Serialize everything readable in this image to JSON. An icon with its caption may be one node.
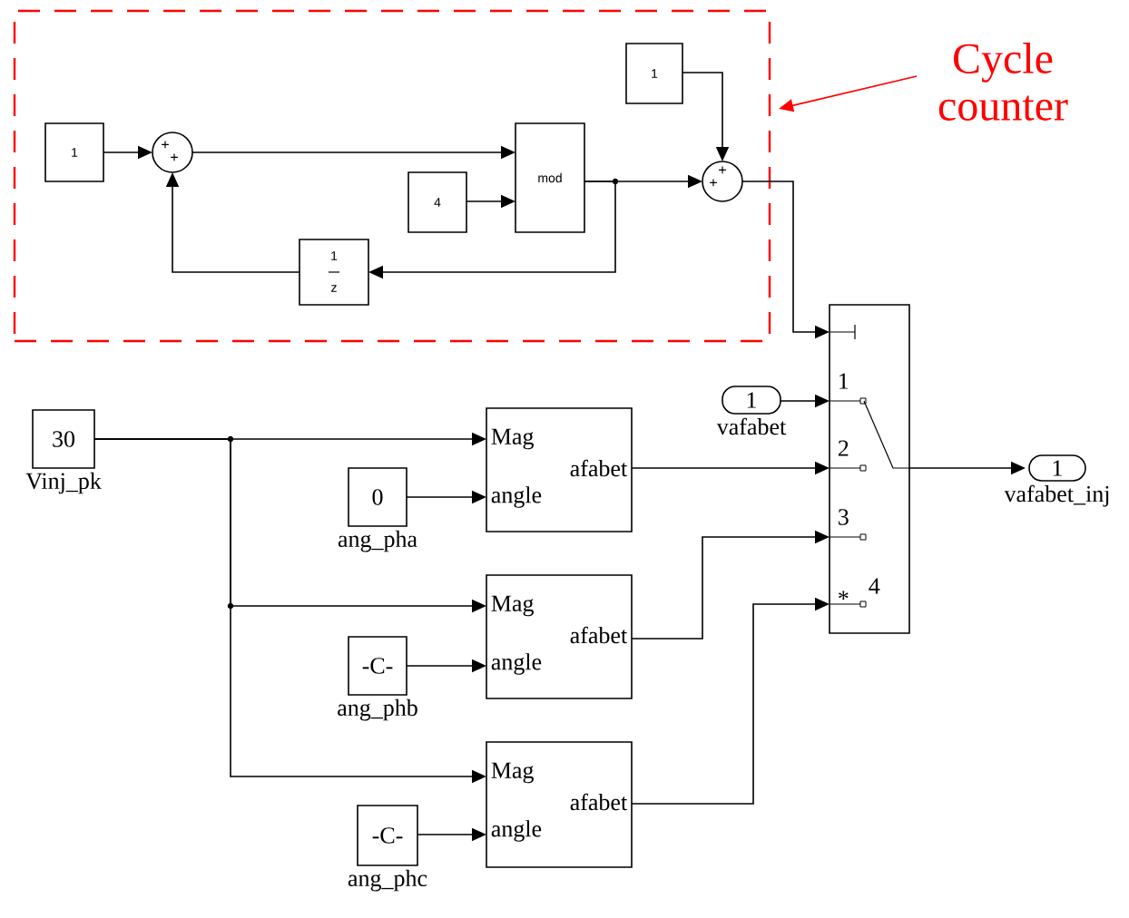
{
  "diagram": {
    "nodes": [
      {
        "text": [],
        "shape": "box"
      },
      {
        "text": [
          "Cycle counter"
        ]
      },
      {
        "text": [
          "1"
        ],
        "in": 0
      },
      {
        "text": [
          "+",
          "+"
        ],
        "in": 0
      },
      {
        "text": [
          "4"
        ],
        "in": 0
      },
      {
        "text": [
          "mod"
        ],
        "in": 0
      },
      {
        "text": [
          "1",
          "z"
        ],
        "in": 0
      },
      {
        "text": [
          "1"
        ],
        "in": 0
      },
      {
        "text": [
          "+",
          "+"
        ],
        "in": 0
      },
      {
        "text": [
          "1",
          "2",
          "3",
          "*",
          "4"
        ]
      },
      {
        "text": [
          "30"
        ],
        "beside": [
          "Vinj_pk"
        ]
      },
      {
        "text": [
          "1"
        ],
        "beside": [
          "vafabet"
        ]
      },
      {
        "text": [
          "Mag",
          "angle",
          "afabet"
        ]
      },
      {
        "text": [
          "0"
        ],
        "beside": [
          "ang_pha"
        ]
      },
      {
        "text": [
          "1"
        ],
        "beside": [
          "vafabet_inj"
        ]
      },
      {
        "text": [
          "Mag",
          "angle",
          "afabet"
        ]
      },
      {
        "text": [
          "-C-"
        ],
        "beside": [
          "ang_phb"
        ]
      },
      {
        "text": [
          "Mag",
          "angle",
          "afabet"
        ]
      },
      {
        "text": [
          "-C-"
        ],
        "beside": [
          "ang_phc"
        ]
      }
    ],
    "edges": [
      {
        "from": 2,
        "to": 3,
        "arrow": "to"
      },
      {
        "from": 3,
        "to": 5,
        "arrow": "to"
      },
      {
        "from": 4,
        "to": 5,
        "arrow": "to"
      },
      {
        "from": 5,
        "to": 8,
        "arrow": "to"
      },
      {
        "from": 5,
        "to": 6,
        "arrow": "to"
      },
      {
        "from": 6,
        "to": 3,
        "arrow": "to"
      },
      {
        "from": 7,
        "to": 8,
        "arrow": "to"
      },
      {
        "from": 8,
        "to": 9,
        "arrow": "to"
      },
      {
        "from": 10,
        "to": 12,
        "arrow": "to"
      },
      {
        "from": 10,
        "to": 15,
        "arrow": "to"
      },
      {
        "from": 10,
        "to": 17,
        "arrow": "to"
      },
      {
        "from": 13,
        "to": 12,
        "arrow": "to"
      },
      {
        "from": 16,
        "to": 15,
        "arrow": "to"
      },
      {
        "from": 18,
        "to": 17,
        "arrow": "to"
      },
      {
        "from": 11,
        "to": 9,
        "arrow": "to"
      },
      {
        "from": 12,
        "to": 9,
        "arrow": "to"
      },
      {
        "from": 15,
        "to": 9,
        "arrow": "to"
      },
      {
        "from": 17,
        "to": 9,
        "arrow": "to"
      },
      {
        "from": 9,
        "to": 14,
        "arrow": "to"
      },
      {
        "from": 1,
        "to": 0,
        "arrow": "to",
        "color": "#ff0000"
      }
    ]
  }
}
